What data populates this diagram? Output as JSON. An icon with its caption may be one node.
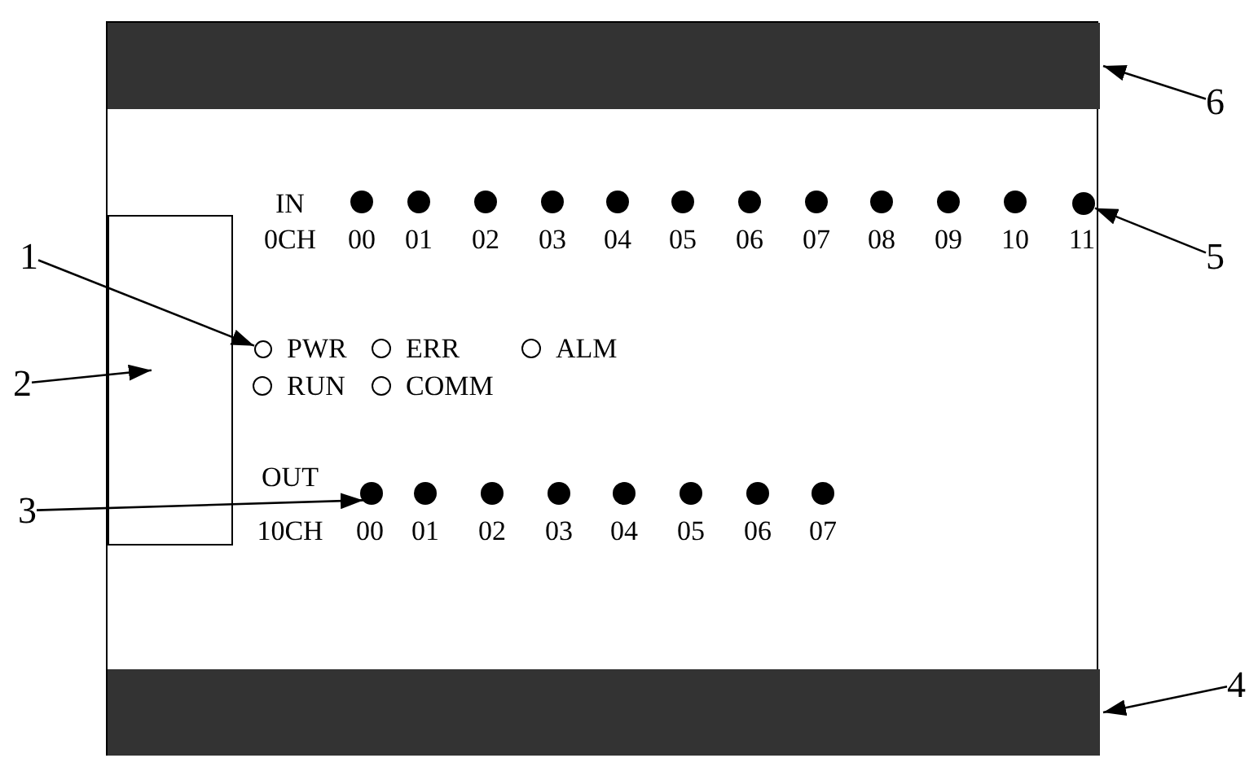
{
  "diagram": {
    "nodes": [
      {
        "text": [
          "1"
        ]
      },
      {
        "text": [
          "2"
        ]
      },
      {
        "text": [
          "3"
        ]
      },
      {
        "text": [
          "4"
        ]
      },
      {
        "text": [
          "5"
        ]
      },
      {
        "text": [
          "6"
        ]
      },
      {
        "text": [],
        "shape": "box"
      },
      {
        "text": [],
        "shape": "bar",
        "in": 6
      },
      {
        "text": [],
        "shape": "box",
        "in": 6
      },
      {
        "text": [],
        "shape": "circle",
        "in": 6
      },
      {
        "text": [],
        "shape": "circle",
        "in": 6
      },
      {
        "text": [],
        "shape": "bar",
        "in": 6
      },
      {
        "text": [],
        "shape": "circle",
        "in": 6
      }
    ],
    "edges": [
      {
        "from": 0,
        "to": 12,
        "arrow": "to"
      },
      {
        "from": 1,
        "to": 8,
        "arrow": "to"
      },
      {
        "from": 2,
        "to": 10,
        "arrow": "to"
      },
      {
        "from": 3,
        "to": 11,
        "arrow": "to"
      },
      {
        "from": 4,
        "to": 9,
        "arrow": "to"
      },
      {
        "from": 5,
        "to": 7,
        "arrow": "to"
      }
    ],
    "labels": [
      "IN",
      "0CH",
      "00",
      "01",
      "02",
      "03",
      "04",
      "05",
      "06",
      "07",
      "08",
      "09",
      "10",
      "11",
      "PWR",
      "ERR",
      "ALM",
      "RUN",
      "COMM",
      "OUT",
      "10CH",
      "00",
      "01",
      "02",
      "03",
      "04",
      "05",
      "06",
      "07"
    ]
  }
}
